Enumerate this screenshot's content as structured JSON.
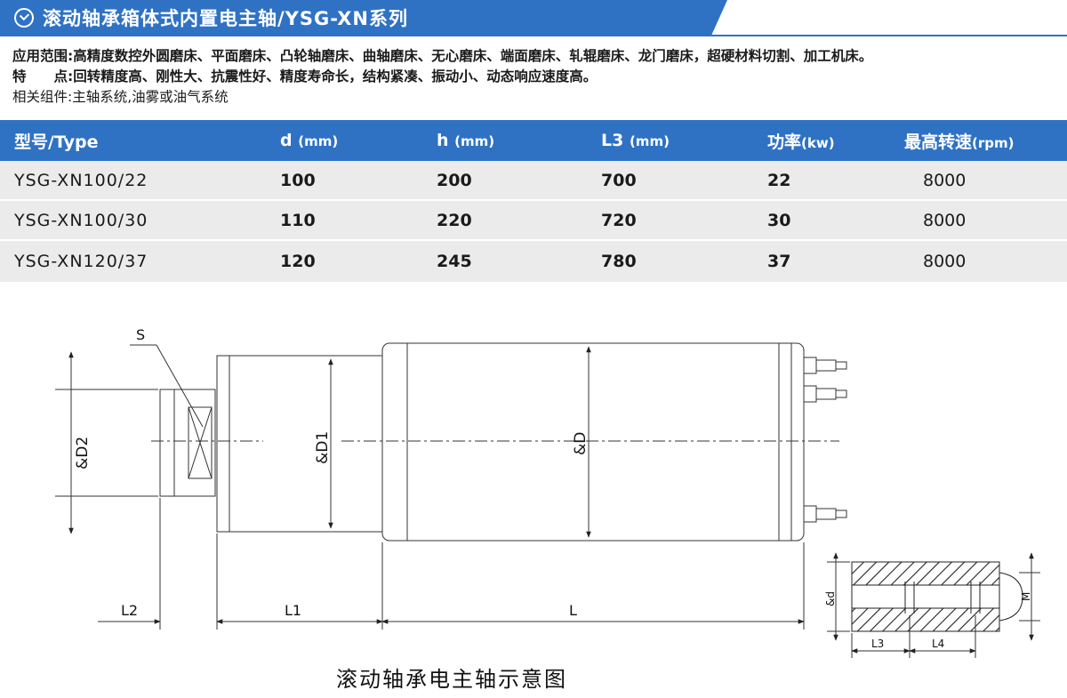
{
  "header": {
    "title": "滚动轴承箱体式内置电主轴/YSG-XN系列"
  },
  "intro": {
    "application_label": "应用范围:",
    "application_text": "高精度数控外圆磨床、平面磨床、凸轮轴磨床、曲轴磨床、无心磨床、端面磨床、轧辊磨床、龙门磨床，超硬材料切割、加工机床。",
    "features_label": "特　　点:",
    "features_text": "回转精度高、刚性大、抗震性好、精度寿命长，结构紧凑、振动小、动态响应速度高。",
    "components_label": "相关组件:",
    "components_text": "主轴系统,油雾或油气系统"
  },
  "table": {
    "headers": [
      {
        "label": "型号/Type",
        "unit": ""
      },
      {
        "label": "d",
        "unit": "(mm)"
      },
      {
        "label": "h",
        "unit": "(mm)"
      },
      {
        "label": "L3",
        "unit": "(mm)"
      },
      {
        "label": "功率",
        "unit": "(kw)"
      },
      {
        "label": "最高转速",
        "unit": "(rpm)"
      }
    ],
    "rows": [
      [
        "YSG-XN100/22",
        "100",
        "200",
        "700",
        "22",
        "8000"
      ],
      [
        "YSG-XN100/30",
        "110",
        "220",
        "720",
        "30",
        "8000"
      ],
      [
        "YSG-XN120/37",
        "120",
        "245",
        "780",
        "37",
        "8000"
      ]
    ]
  },
  "drawing": {
    "labels": {
      "s": "S",
      "d2": "&D2",
      "d1": "&D1",
      "d": "&D",
      "l2": "L2",
      "l1": "L1",
      "l": "L",
      "small_d": "&d",
      "m": "M",
      "l3": "L3",
      "l4": "L4"
    },
    "caption": "滚动轴承电主轴示意图"
  },
  "colors": {
    "accent": "#2f72c4",
    "row_bg": "#ebebeb"
  }
}
